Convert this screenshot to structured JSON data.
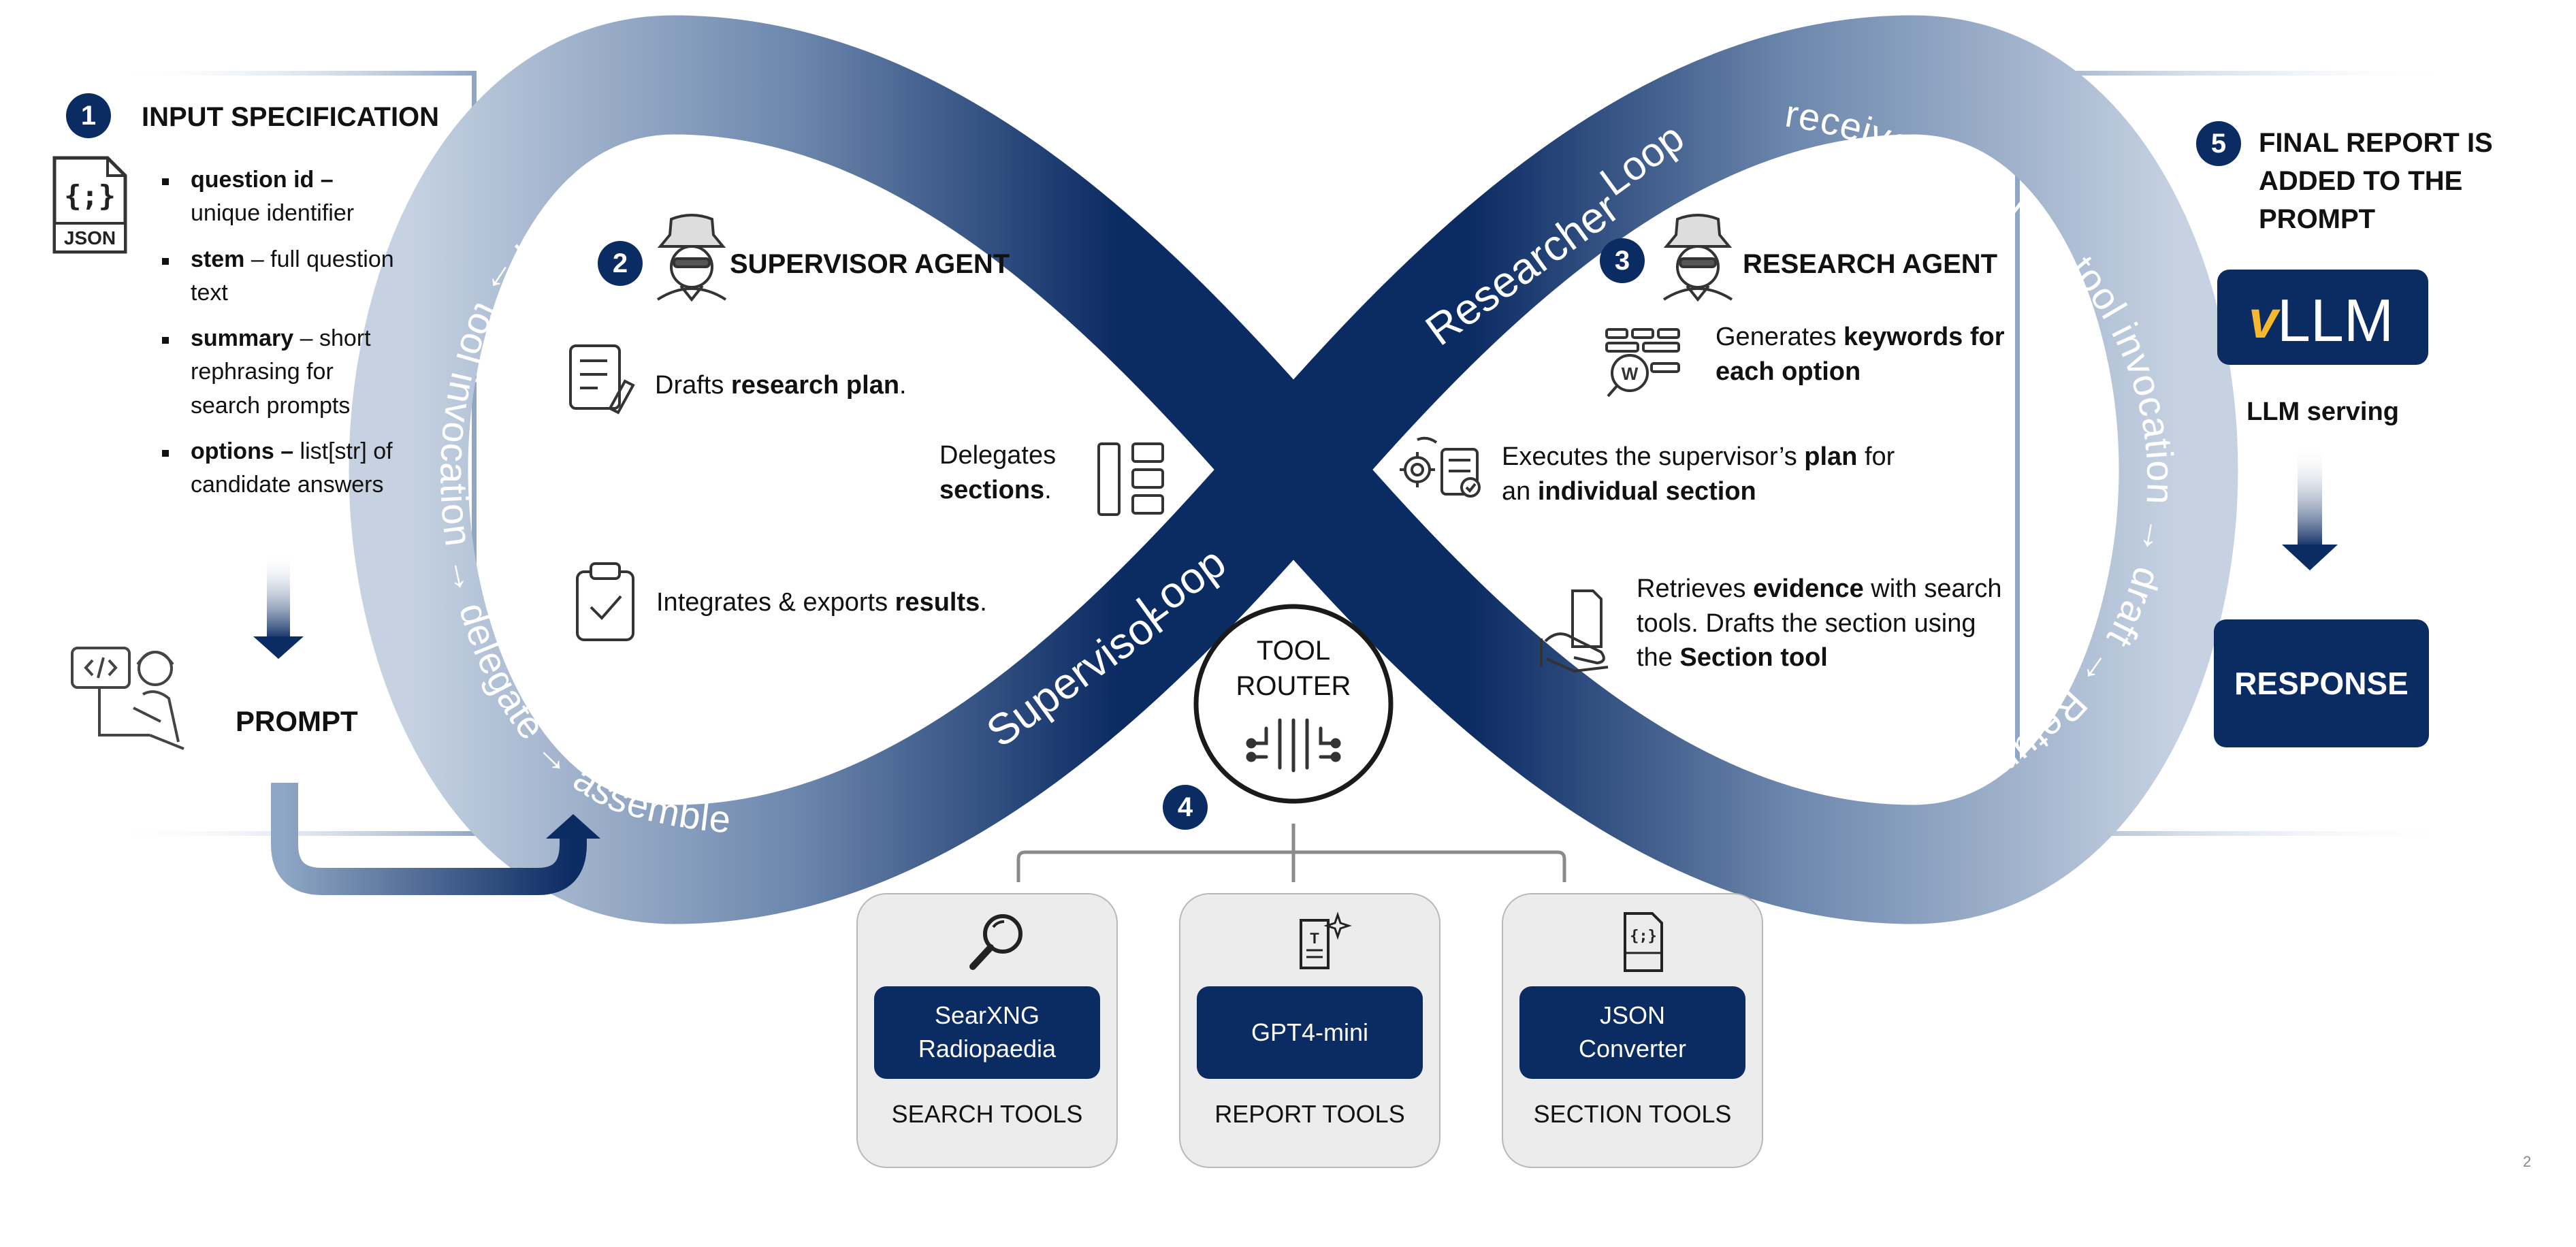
{
  "steps": {
    "input": {
      "num": "1",
      "title": "INPUT SPECIFICATION",
      "json_badge": "JSON"
    },
    "supervisor": {
      "num": "2",
      "title": "SUPERVISOR AGENT"
    },
    "research": {
      "num": "3",
      "title": "RESEARCH AGENT"
    },
    "router": {
      "num": "4"
    },
    "final": {
      "num": "5",
      "title_line1": "FINAL REPORT IS",
      "title_line2": "ADDED TO THE",
      "title_line3": "PROMPT"
    }
  },
  "spec_items": [
    {
      "key": "question id –",
      "desc": "unique identifier"
    },
    {
      "key": "stem",
      "desc": " – full question text"
    },
    {
      "key": "summary",
      "desc": " – short rephrasing for search prompts"
    },
    {
      "key": "options –",
      "desc": " list[str] of candidate answers"
    }
  ],
  "prompt_label": "PROMPT",
  "supervisor_actions": {
    "plan_pre": "Drafts ",
    "plan_bold": "research plan",
    "plan_post": ".",
    "delegates_line1": "Delegates",
    "delegates_bold": "sections",
    "delegates_post": ".",
    "integrates_pre": "Integrates & exports ",
    "integrates_bold": "results",
    "integrates_post": "."
  },
  "research_actions": {
    "kw_pre": "Generates ",
    "kw_bold1": "keywords for",
    "kw_bold2": "each option",
    "exec_pre": "Executes the supervisor’s ",
    "exec_bold1": "plan",
    "exec_mid": " for",
    "exec_pre2": "an ",
    "exec_bold2": "individual section",
    "ret_pre": "Retrieves ",
    "ret_bold1": "evidence",
    "ret_mid": " with search",
    "ret_line2": "tools. Drafts the section using",
    "ret_pre3": "the ",
    "ret_bold3": "Section tool"
  },
  "loop_labels": {
    "left_path": "plan → tool invocation → delegate → assemble",
    "right_path": "receive section → tool invocation → draft → Return",
    "supervisor_word1": "Supervisor",
    "supervisor_word2": "Loop",
    "researcher_word1": "Researcher",
    "researcher_word2": "Loop"
  },
  "router": {
    "line1": "TOOL",
    "line2": "ROUTER"
  },
  "tools": [
    {
      "name_line1": "SearXNG",
      "name_line2": "Radiopaedia",
      "caption": "SEARCH TOOLS",
      "icon": "magnifier-icon"
    },
    {
      "name_line1": "GPT4-mini",
      "name_line2": "",
      "caption": "REPORT TOOLS",
      "icon": "document-sparkle-icon"
    },
    {
      "name_line1": "JSON",
      "name_line2": "Converter",
      "caption": "SECTION TOOLS",
      "icon": "json-file-icon"
    }
  ],
  "final_panel": {
    "logo_v": "v",
    "logo_text": "LLM",
    "serving_label": "LLM serving",
    "response_label": "RESPONSE"
  },
  "slide_number": "2",
  "colors": {
    "navy": "#0b2b63",
    "light_blue": "#8fa6c4",
    "panel_gray": "#ececec"
  }
}
